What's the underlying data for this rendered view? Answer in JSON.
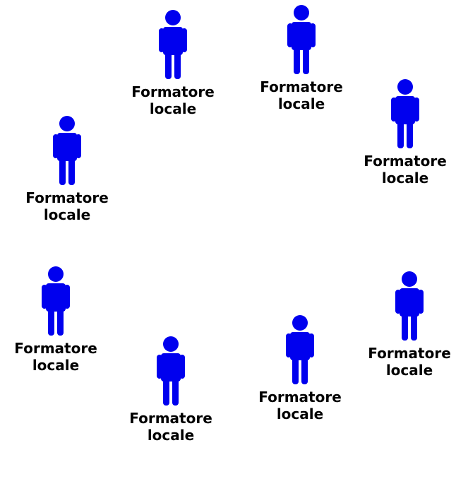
{
  "figures": [
    {
      "line1": "Formatore",
      "line2": "locale"
    },
    {
      "line1": "Formatore",
      "line2": "locale"
    },
    {
      "line1": "Formatore",
      "line2": "locale"
    },
    {
      "line1": "Formatore",
      "line2": "locale"
    },
    {
      "line1": "Formatore",
      "line2": "locale"
    },
    {
      "line1": "Formatore",
      "line2": "locale"
    },
    {
      "line1": "Formatore",
      "line2": "locale"
    },
    {
      "line1": "Formatore",
      "line2": "locale"
    }
  ],
  "colors": {
    "person": "#0000ee",
    "text": "#000000"
  },
  "icon": "person-icon"
}
